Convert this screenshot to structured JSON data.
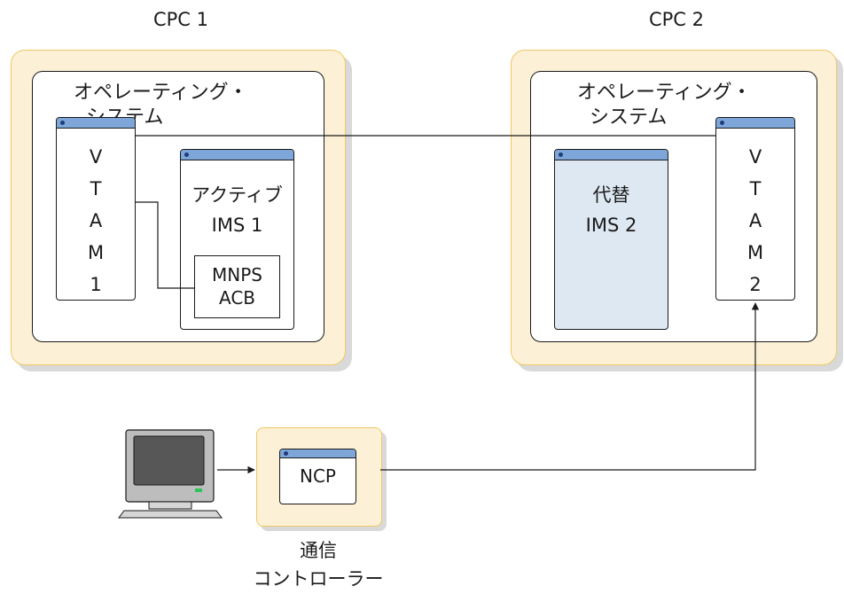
{
  "cpc1": {
    "label": "CPC 1",
    "os_label_line1": "オペレーティング・",
    "os_label_line2": "システム",
    "vtam_chars": [
      "V",
      "T",
      "A",
      "M",
      "1"
    ],
    "ims_line1": "アクティブ",
    "ims_line2": "IMS 1",
    "mnps_line1": "MNPS",
    "mnps_line2": "ACB"
  },
  "cpc2": {
    "label": "CPC 2",
    "os_label_line1": "オペレーティング・",
    "os_label_line2": "システム",
    "vtam_chars": [
      "V",
      "T",
      "A",
      "M",
      "2"
    ],
    "ims_line1": "代替",
    "ims_line2": "IMS 2"
  },
  "controller": {
    "ncp_label": "NCP",
    "caption_line1": "通信",
    "caption_line2": "コントローラー"
  },
  "colors": {
    "cpc_fill": "#fcf1d6",
    "cpc_border": "#f0c865",
    "window_bar": "#7fa6d8",
    "alt_ims_fill": "#dde8f3"
  }
}
